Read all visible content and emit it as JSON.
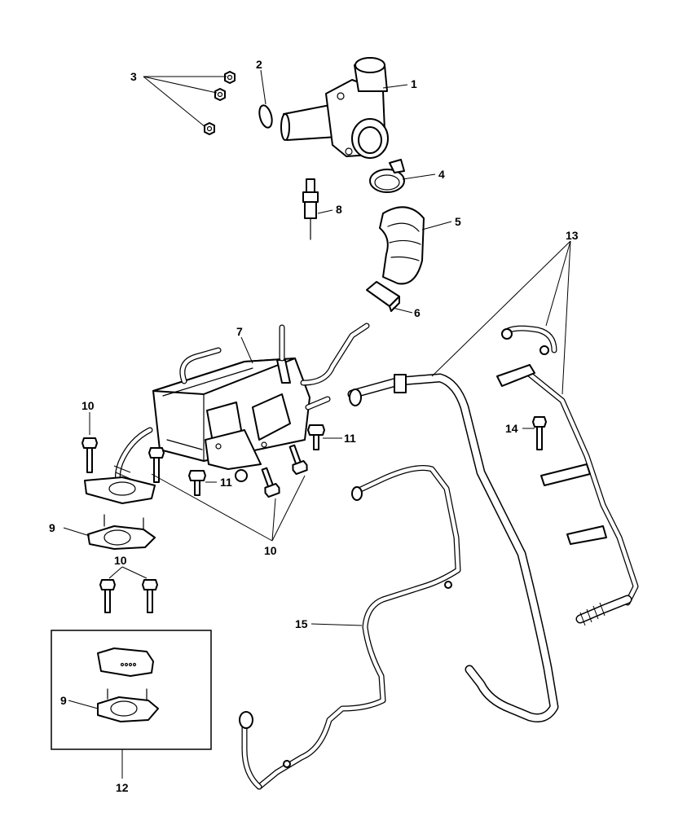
{
  "diagram": {
    "callouts": {
      "c1": "1",
      "c2": "2",
      "c3": "3",
      "c4": "4",
      "c5": "5",
      "c6": "6",
      "c7": "7",
      "c8": "8",
      "c9a": "9",
      "c9b": "9",
      "c10a": "10",
      "c10b": "10",
      "c10c": "10",
      "c11a": "11",
      "c11b": "11",
      "c12": "12",
      "c13": "13",
      "c14": "14",
      "c15": "15"
    }
  }
}
